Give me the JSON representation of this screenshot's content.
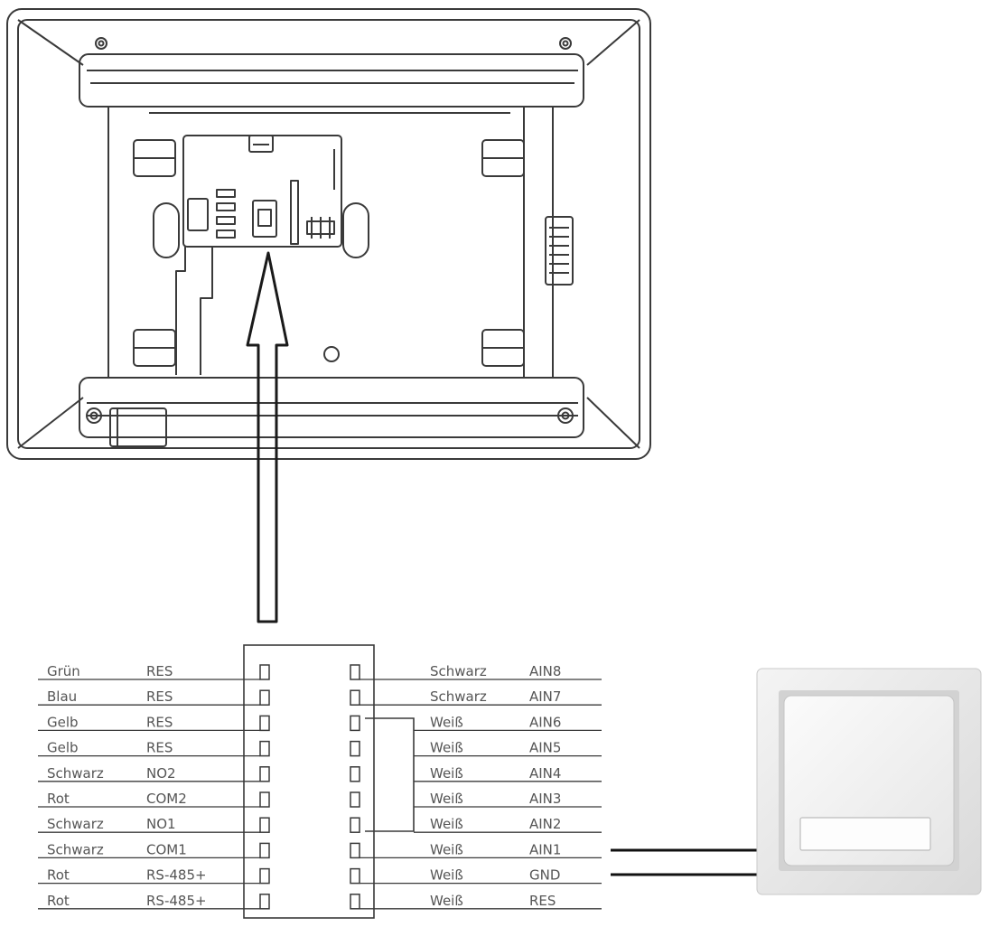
{
  "wiring": {
    "left_pins": [
      {
        "color": "Grün",
        "signal": "RES"
      },
      {
        "color": "Blau",
        "signal": "RES"
      },
      {
        "color": "Gelb",
        "signal": "RES"
      },
      {
        "color": "Gelb",
        "signal": "RES"
      },
      {
        "color": "Schwarz",
        "signal": "NO2"
      },
      {
        "color": "Rot",
        "signal": "COM2"
      },
      {
        "color": "Schwarz",
        "signal": "NO1"
      },
      {
        "color": "Schwarz",
        "signal": "COM1"
      },
      {
        "color": "Rot",
        "signal": "RS-485+"
      },
      {
        "color": "Rot",
        "signal": "RS-485+"
      }
    ],
    "right_pins": [
      {
        "color": "Schwarz",
        "signal": "AIN8"
      },
      {
        "color": "Schwarz",
        "signal": "AIN7"
      },
      {
        "color": "Weiß",
        "signal": "AIN6"
      },
      {
        "color": "Weiß",
        "signal": "AIN5"
      },
      {
        "color": "Weiß",
        "signal": "AIN4"
      },
      {
        "color": "Weiß",
        "signal": "AIN3"
      },
      {
        "color": "Weiß",
        "signal": "AIN2"
      },
      {
        "color": "Weiß",
        "signal": "AIN1"
      },
      {
        "color": "Weiß",
        "signal": "GND"
      },
      {
        "color": "Weiß",
        "signal": "RES"
      }
    ]
  },
  "icons": {
    "device": "monitor-back-panel-icon",
    "arrow": "arrow-up-icon",
    "switch": "wall-push-button-icon"
  },
  "colors": {
    "line": "#3a3a3a",
    "label": "#555555",
    "wire": "#111111"
  }
}
